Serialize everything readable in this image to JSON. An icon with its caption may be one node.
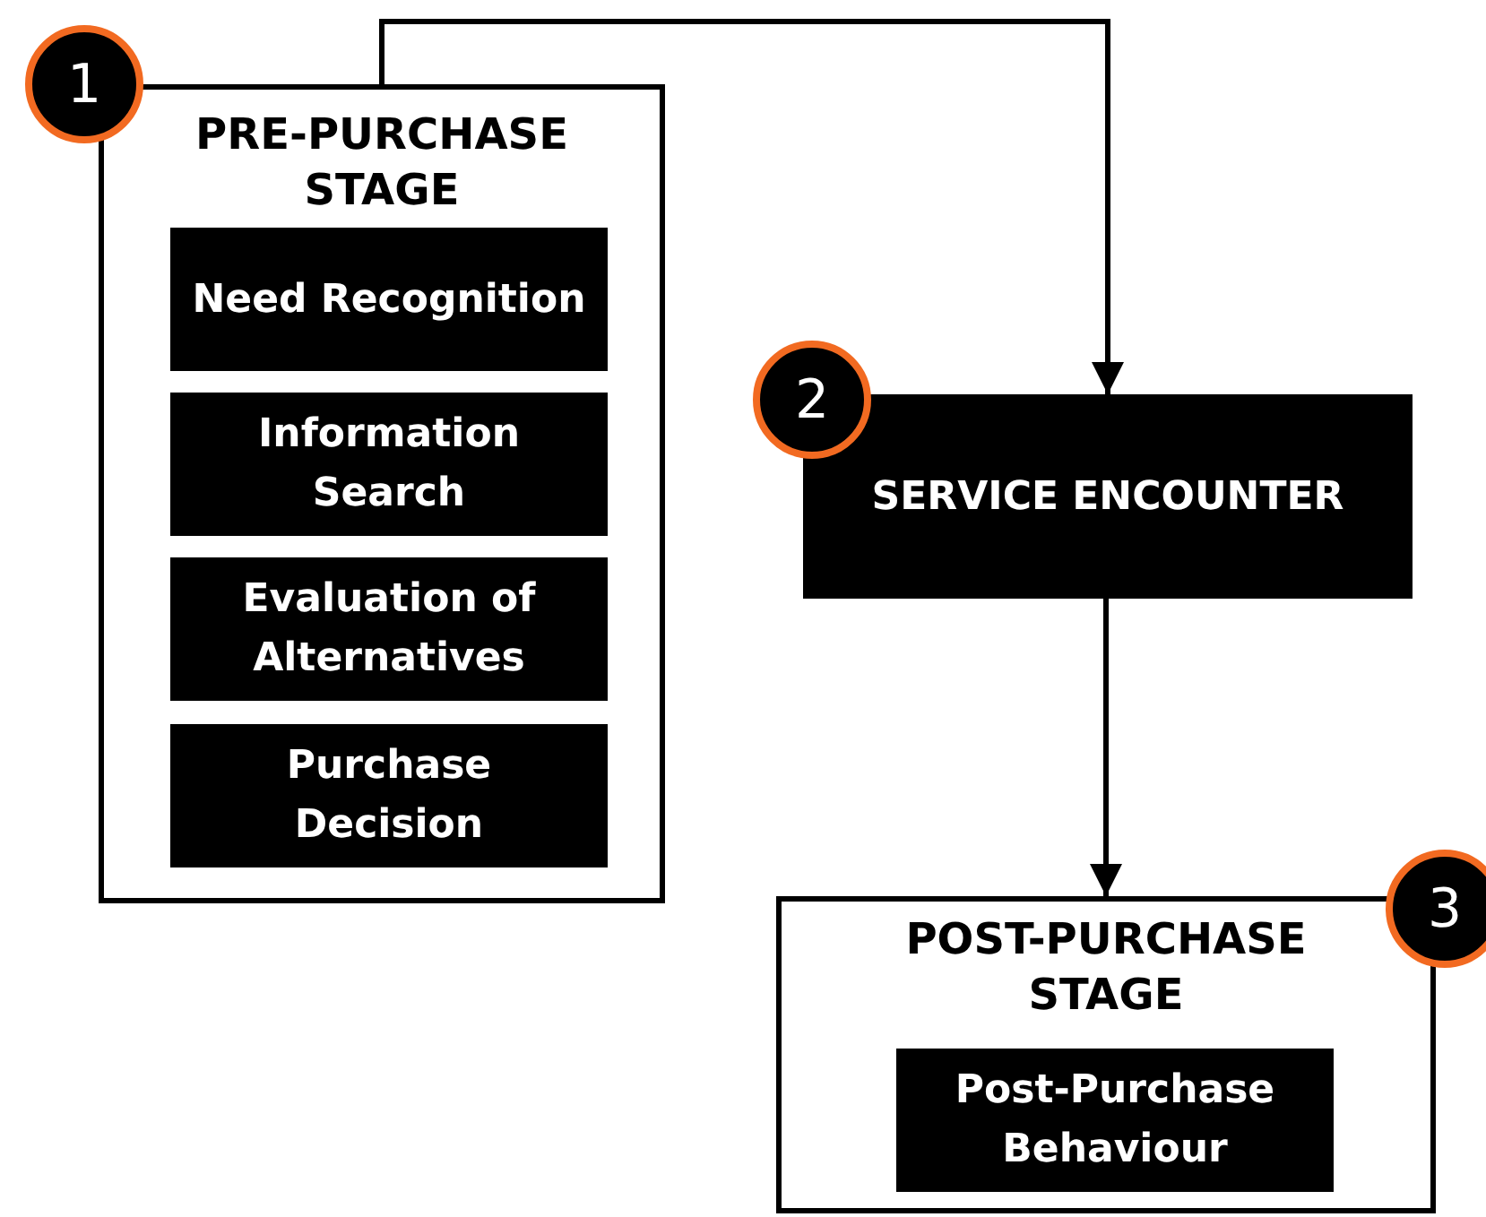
{
  "diagram": {
    "nodes": [
      {
        "text": [
          "1"
        ]
      },
      {
        "text": [
          "PRE-PURCHASE STAGE"
        ]
      },
      {
        "text": [
          "Need Recognition"
        ],
        "in": 1
      },
      {
        "text": [
          "Information Search"
        ],
        "in": 1
      },
      {
        "text": [
          "Evaluation of Alternatives"
        ],
        "in": 1
      },
      {
        "text": [
          "Purchase Decision"
        ],
        "in": 1
      },
      {
        "text": [
          "2"
        ]
      },
      {
        "text": [
          "SERVICE ENCOUNTER"
        ]
      },
      {
        "text": [
          "POST-PURCHASE STAGE"
        ]
      },
      {
        "text": [
          "Post-Purchase Behaviour"
        ],
        "in": 8
      },
      {
        "text": [
          "3"
        ]
      }
    ],
    "edges": [
      {
        "from": 1,
        "to": 7,
        "arrow": "to"
      },
      {
        "from": 7,
        "to": 8,
        "arrow": "to"
      }
    ]
  }
}
